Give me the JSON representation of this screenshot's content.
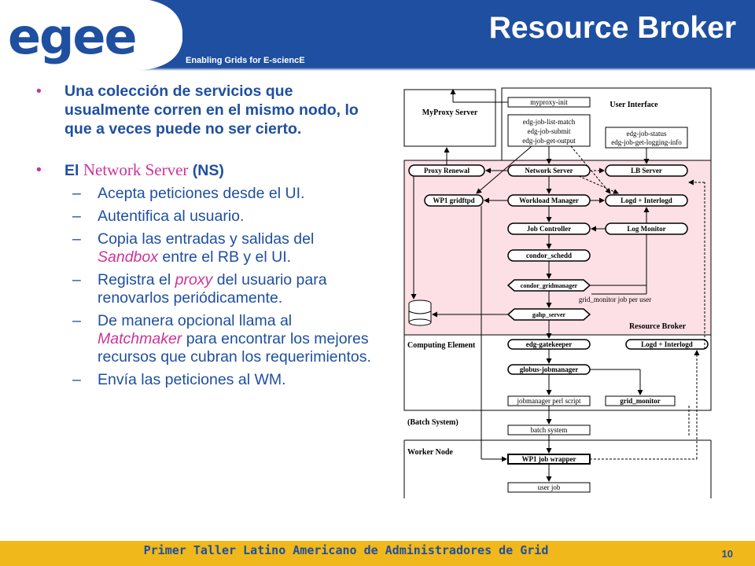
{
  "header": {
    "logo_text": "egee",
    "tagline": "Enabling Grids for E-sciencE",
    "title": "Resource Broker",
    "colors": {
      "header_bg": "#1f4fa0",
      "accent": "#cc3399",
      "footer_bg": "#f0b81a",
      "text": "#1f4fa0"
    }
  },
  "content": {
    "bullet1": "Una colección de servicios que usualmente corren en el mismo nodo, lo que a veces puede no ser cierto.",
    "bullet2": {
      "prefix": "El ",
      "highlight": "Network Server",
      "suffix": " (NS)",
      "items": [
        {
          "text": "Acepta peticiones desde el UI."
        },
        {
          "text": "Autentifica al usuario."
        },
        {
          "before": "Copia las entradas y salidas del ",
          "em": "Sandbox",
          "after": " entre el RB y el UI."
        },
        {
          "before": "Registra el ",
          "em": "proxy",
          "after": " del usuario para renovarlos periódicamente."
        },
        {
          "before": "De manera opcional llama al ",
          "em": "Matchmaker",
          "after": " para encontrar los mejores recursos que cubran los requerimientos."
        },
        {
          "text": "Envía las peticiones al WM."
        }
      ]
    }
  },
  "diagram": {
    "myproxy_server": "MyProxy Server",
    "user_interface": "User Interface",
    "myproxy_init": "myproxy-init",
    "edg_job_list_match": "edg-job-list-match",
    "edg_job_submit": "edg-job-submit",
    "edg_job_get_output": "edg-job-get-output",
    "edg_job_status": "edg-job-status",
    "edg_job_get_logging_info": "edg-job-get-logging-info",
    "proxy_renewal": "Proxy Renewal",
    "network_server": "Network Server",
    "lb_server": "LB Server",
    "wp1_gridftpd": "WP1 gridftpd",
    "workload_manager": "Workload Manager",
    "logd_interlogd": "Logd + Interlogd",
    "job_controller": "Job Controller",
    "log_monitor": "Log Monitor",
    "condor_schedd": "condor_schedd",
    "condor_gridmanager": "condor_gridmanager",
    "grid_monitor_job": "grid_monitor job per user",
    "gahp_server": "gahp_server",
    "resource_broker": "Resource Broker",
    "computing_element": "Computing Element",
    "edg_gatekeeper": "edg-gatekeeper",
    "ce_logd_interlogd": "Logd + Interlogd",
    "globus_jobmanager": "globus-jobmanager",
    "jobmanager_perl_script": "jobmanager perl script",
    "grid_monitor": "grid_monitor",
    "batch_system_label": "(Batch System)",
    "batch_system": "batch system",
    "worker_node": "Worker Node",
    "wp1_job_wrapper": "WP1 job wrapper",
    "user_job": "user job"
  },
  "footer": {
    "text": "Primer Taller Latino Americano de Administradores de Grid",
    "page": "10"
  }
}
